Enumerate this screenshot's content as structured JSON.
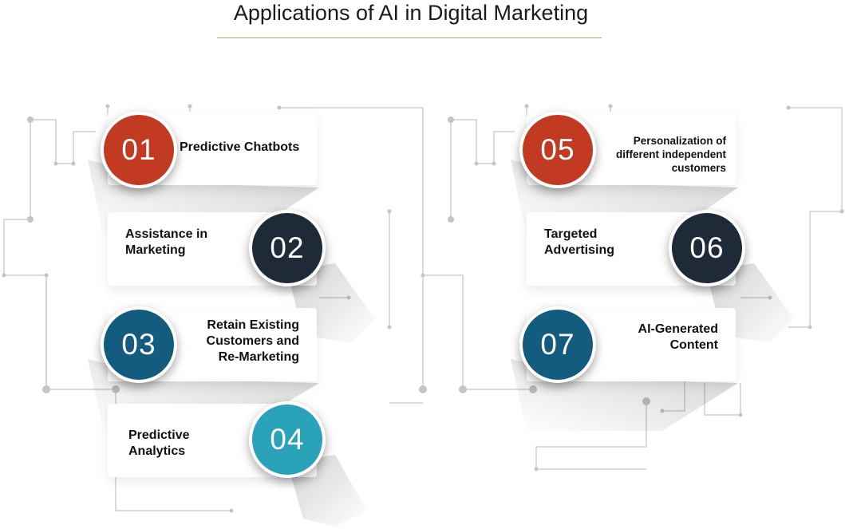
{
  "title": "Applications of AI in Digital Marketing",
  "colors": {
    "red": "#c23a22",
    "navy": "#1f2a38",
    "blue": "#145b80",
    "teal": "#2aa3b8",
    "title_rule": "#b8a06a",
    "circuit": "#c8c8c8"
  },
  "items": [
    {
      "number": "01",
      "label": "Predictive Chatbots",
      "color": "red"
    },
    {
      "number": "02",
      "label": "Assistance in Marketing",
      "color": "navy"
    },
    {
      "number": "03",
      "label": "Retain Existing Customers and Re-Marketing",
      "color": "blue"
    },
    {
      "number": "04",
      "label": "Predictive Analytics",
      "color": "teal"
    },
    {
      "number": "05",
      "label": "Personalization of different independent customers",
      "color": "red"
    },
    {
      "number": "06",
      "label": "Targeted Advertising",
      "color": "navy"
    },
    {
      "number": "07",
      "label": "AI-Generated Content",
      "color": "blue"
    }
  ]
}
